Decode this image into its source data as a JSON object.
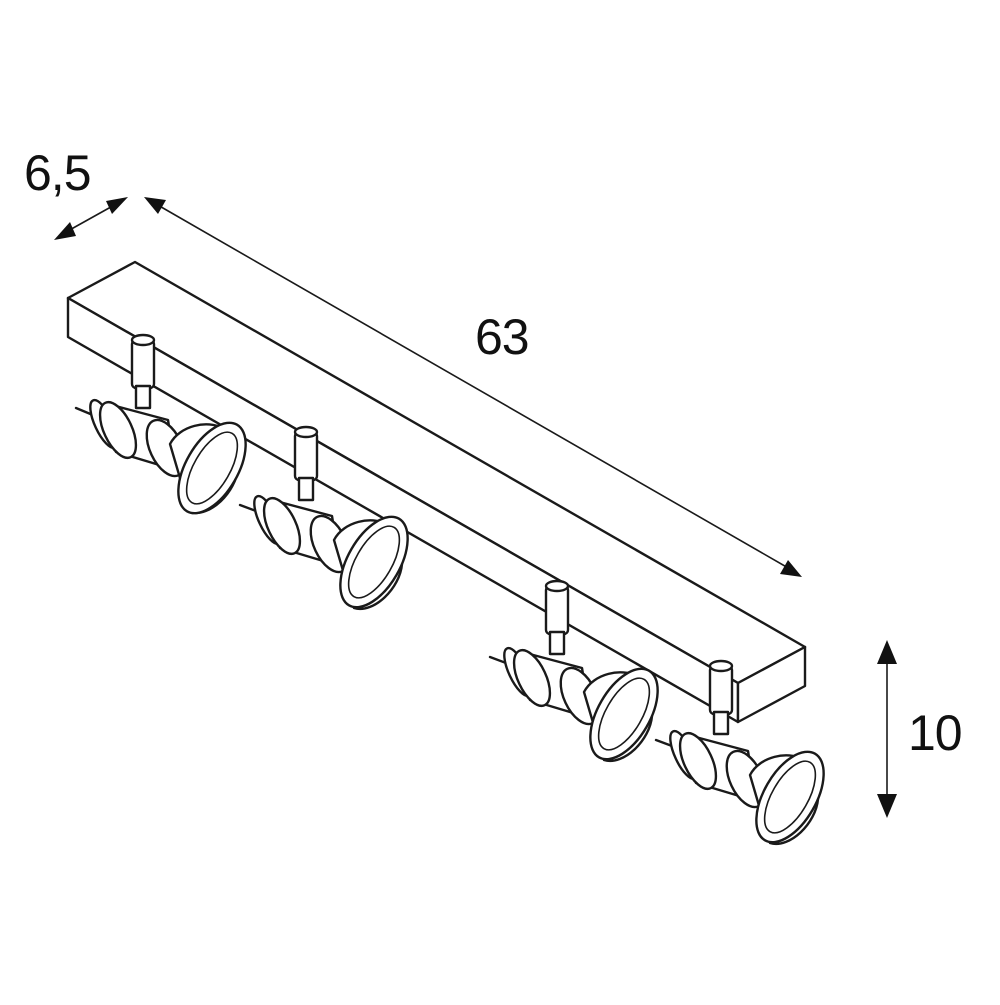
{
  "dimensions": {
    "depth": "6,5",
    "length": "63",
    "height": "10"
  },
  "colors": {
    "line": "#1a1a1a",
    "background": "#ffffff"
  }
}
